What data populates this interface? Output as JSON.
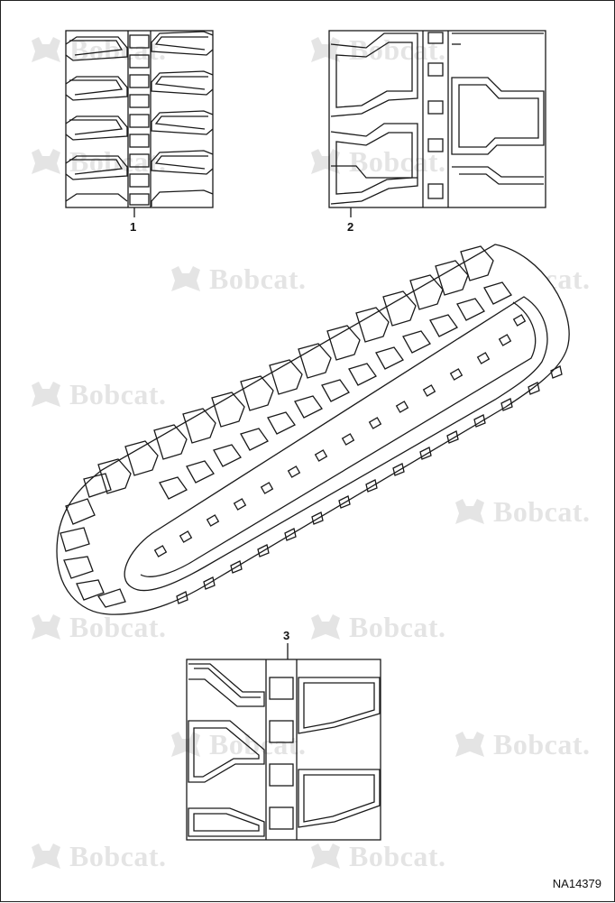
{
  "watermark": {
    "text": "Bobcat."
  },
  "callouts": {
    "c1": "1",
    "c2": "2",
    "c3": "3"
  },
  "figure_id": "NA14379",
  "colors": {
    "line": "#1a1a1a",
    "watermark": "#8a8a8a",
    "background": "#ffffff"
  }
}
